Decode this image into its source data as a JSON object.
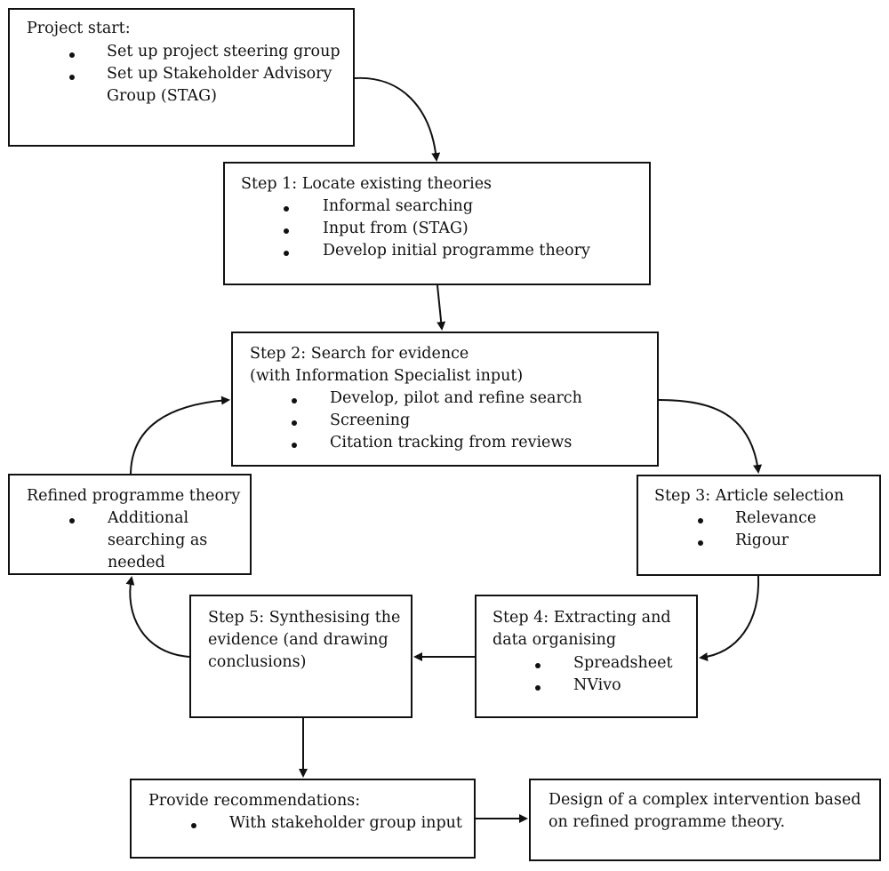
{
  "project_start": {
    "title": "Project start:",
    "bullets": [
      "Set up project steering group",
      "Set up Stakeholder Advisory",
      "Group (STAG)"
    ]
  },
  "step1": {
    "title": "Step 1: Locate existing theories",
    "bullets": [
      "Informal searching",
      "Input from (STAG)",
      "Develop initial programme theory"
    ]
  },
  "step2": {
    "title_line1": "Step 2: Search for evidence",
    "title_line2": "(with Information Specialist input)",
    "bullets": [
      "Develop, pilot and refine search",
      "Screening",
      "Citation tracking from reviews"
    ]
  },
  "step3": {
    "title": "Step 3: Article selection",
    "bullets": [
      "Relevance",
      "Rigour"
    ]
  },
  "step4": {
    "title_line1": "Step 4: Extracting and",
    "title_line2": "data organising",
    "bullets": [
      "Spreadsheet",
      "NVivo"
    ]
  },
  "step5": {
    "title_line1": "Step 5: Synthesising the",
    "title_line2": "evidence (and drawing",
    "title_line3": "conclusions)"
  },
  "refined": {
    "title": "Refined programme theory",
    "bullets": [
      "Additional",
      "searching as",
      "needed"
    ]
  },
  "recommendations": {
    "title": "Provide recommendations:",
    "bullets": [
      "With stakeholder group input"
    ]
  },
  "design": {
    "line1": "Design of a complex intervention based",
    "line2": "on refined programme theory."
  }
}
